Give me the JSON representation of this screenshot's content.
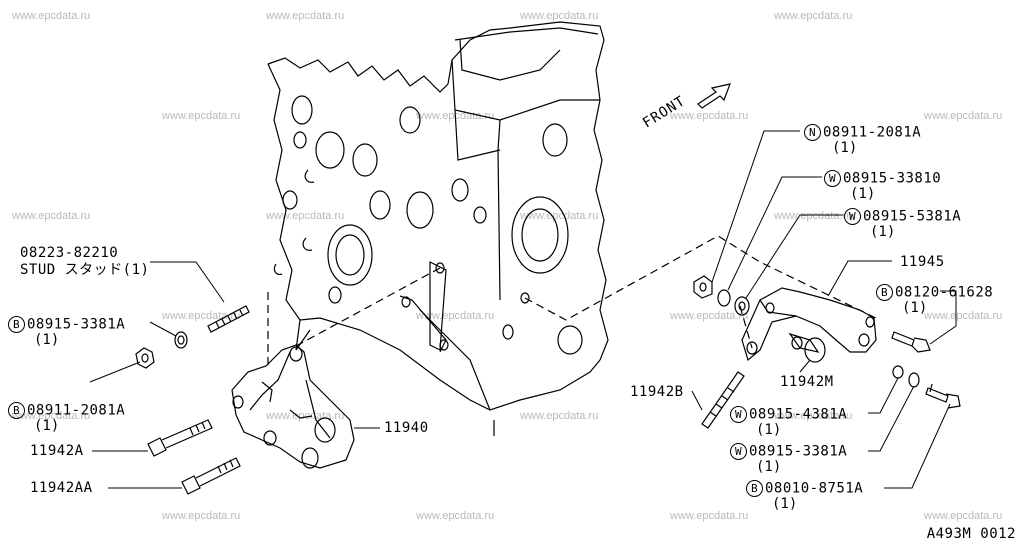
{
  "watermark": "www.epcdata.ru",
  "front_label": "FRONT",
  "diagram_code": "A493M 0012",
  "parts": {
    "stud": {
      "number": "08223-82210",
      "desc": "STUD スタッド(1)"
    },
    "washer_left": {
      "prefix": "B",
      "number": "08915-3381A",
      "qty": "(1)"
    },
    "nut_left": {
      "prefix": "B",
      "number": "08911-2081A",
      "qty": "(1)"
    },
    "bolt_a": {
      "number": "11942A"
    },
    "bolt_aa": {
      "number": "11942AA"
    },
    "bracket_left": {
      "number": "11940"
    },
    "nut_right": {
      "prefix": "N",
      "number": "08911-2081A",
      "qty": "(1)"
    },
    "washer_r1": {
      "prefix": "W",
      "number": "08915-33810",
      "qty": "(1)"
    },
    "washer_r2": {
      "prefix": "W",
      "number": "08915-5381A",
      "qty": "(1)"
    },
    "bracket_right": {
      "number": "11945"
    },
    "bolt_r1": {
      "prefix": "B",
      "number": "08120-61628",
      "qty": "(1)"
    },
    "stud_b": {
      "number": "11942B"
    },
    "spacer": {
      "number": "11942M"
    },
    "washer_r3": {
      "prefix": "W",
      "number": "08915-4381A",
      "qty": "(1)"
    },
    "washer_r4": {
      "prefix": "W",
      "number": "08915-3381A",
      "qty": "(1)"
    },
    "bolt_r2": {
      "prefix": "B",
      "number": "08010-8751A",
      "qty": "(1)"
    }
  }
}
